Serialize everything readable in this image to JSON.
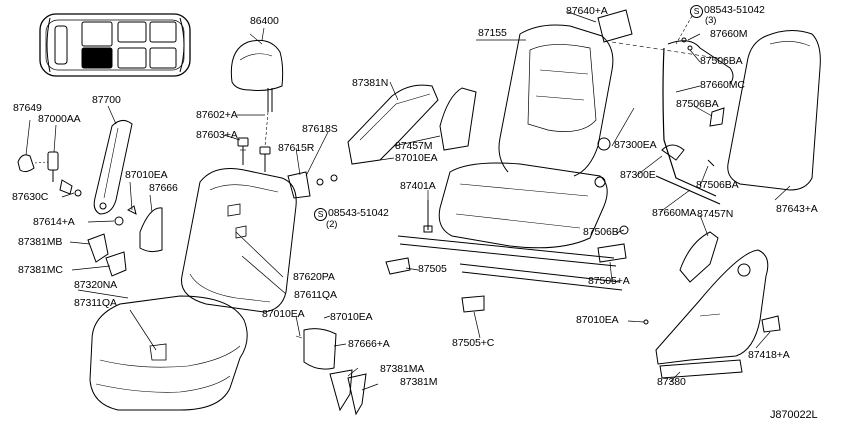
{
  "diagram": {
    "reference_code": "J870022L",
    "colors": {
      "line": "#000000",
      "background": "#ffffff",
      "highlight": "#000000"
    },
    "labels": {
      "p86400": "86400",
      "p87649": "87649",
      "p87700": "87700",
      "p87000AA": "87000AA",
      "p87602A": "87602+A",
      "p87603A": "87603+A",
      "p87630C": "87630C",
      "p87010EA_1": "87010EA",
      "p87666": "87666",
      "p87614A": "87614+A",
      "p87381MB": "87381MB",
      "p87381MC": "87381MC",
      "p87320NA": "87320NA",
      "p87311QA": "87311QA",
      "p87381N": "87381N",
      "p87618S": "87618S",
      "p87615R": "87615R",
      "p87457M": "87457M",
      "p87010EA_2": "87010EA",
      "p08543_1": "08543-51042",
      "p08543_1_qty": "(2)",
      "p87401A": "87401A",
      "p87505": "87505",
      "p87620PA": "87620PA",
      "p87611QA": "87611QA",
      "p87010EA_3": "87010EA",
      "p87010EA_4": "87010EA",
      "p87666A": "87666+A",
      "p87381MA": "87381MA",
      "p87381M": "87381M",
      "p87155": "87155",
      "p87640A": "87640+A",
      "p08543_2": "08543-51042",
      "p08543_2_qty": "(3)",
      "p87660M": "87660M",
      "p87506BA_1": "87506BA",
      "p87660MC": "87660MC",
      "p87506BA_2": "87506BA",
      "p87300EA": "87300EA",
      "p87300E": "87300E",
      "p87506BA_3": "87506BA",
      "p87660MA": "87660MA",
      "p87643A": "87643+A",
      "p87506B": "87506B",
      "p87505A": "87505+A",
      "p87457N": "87457N",
      "p87505C": "87505+C",
      "p87010EA_5": "87010EA",
      "p87418A": "87418+A",
      "p87380": "87380",
      "screw_symbol": "S"
    }
  }
}
